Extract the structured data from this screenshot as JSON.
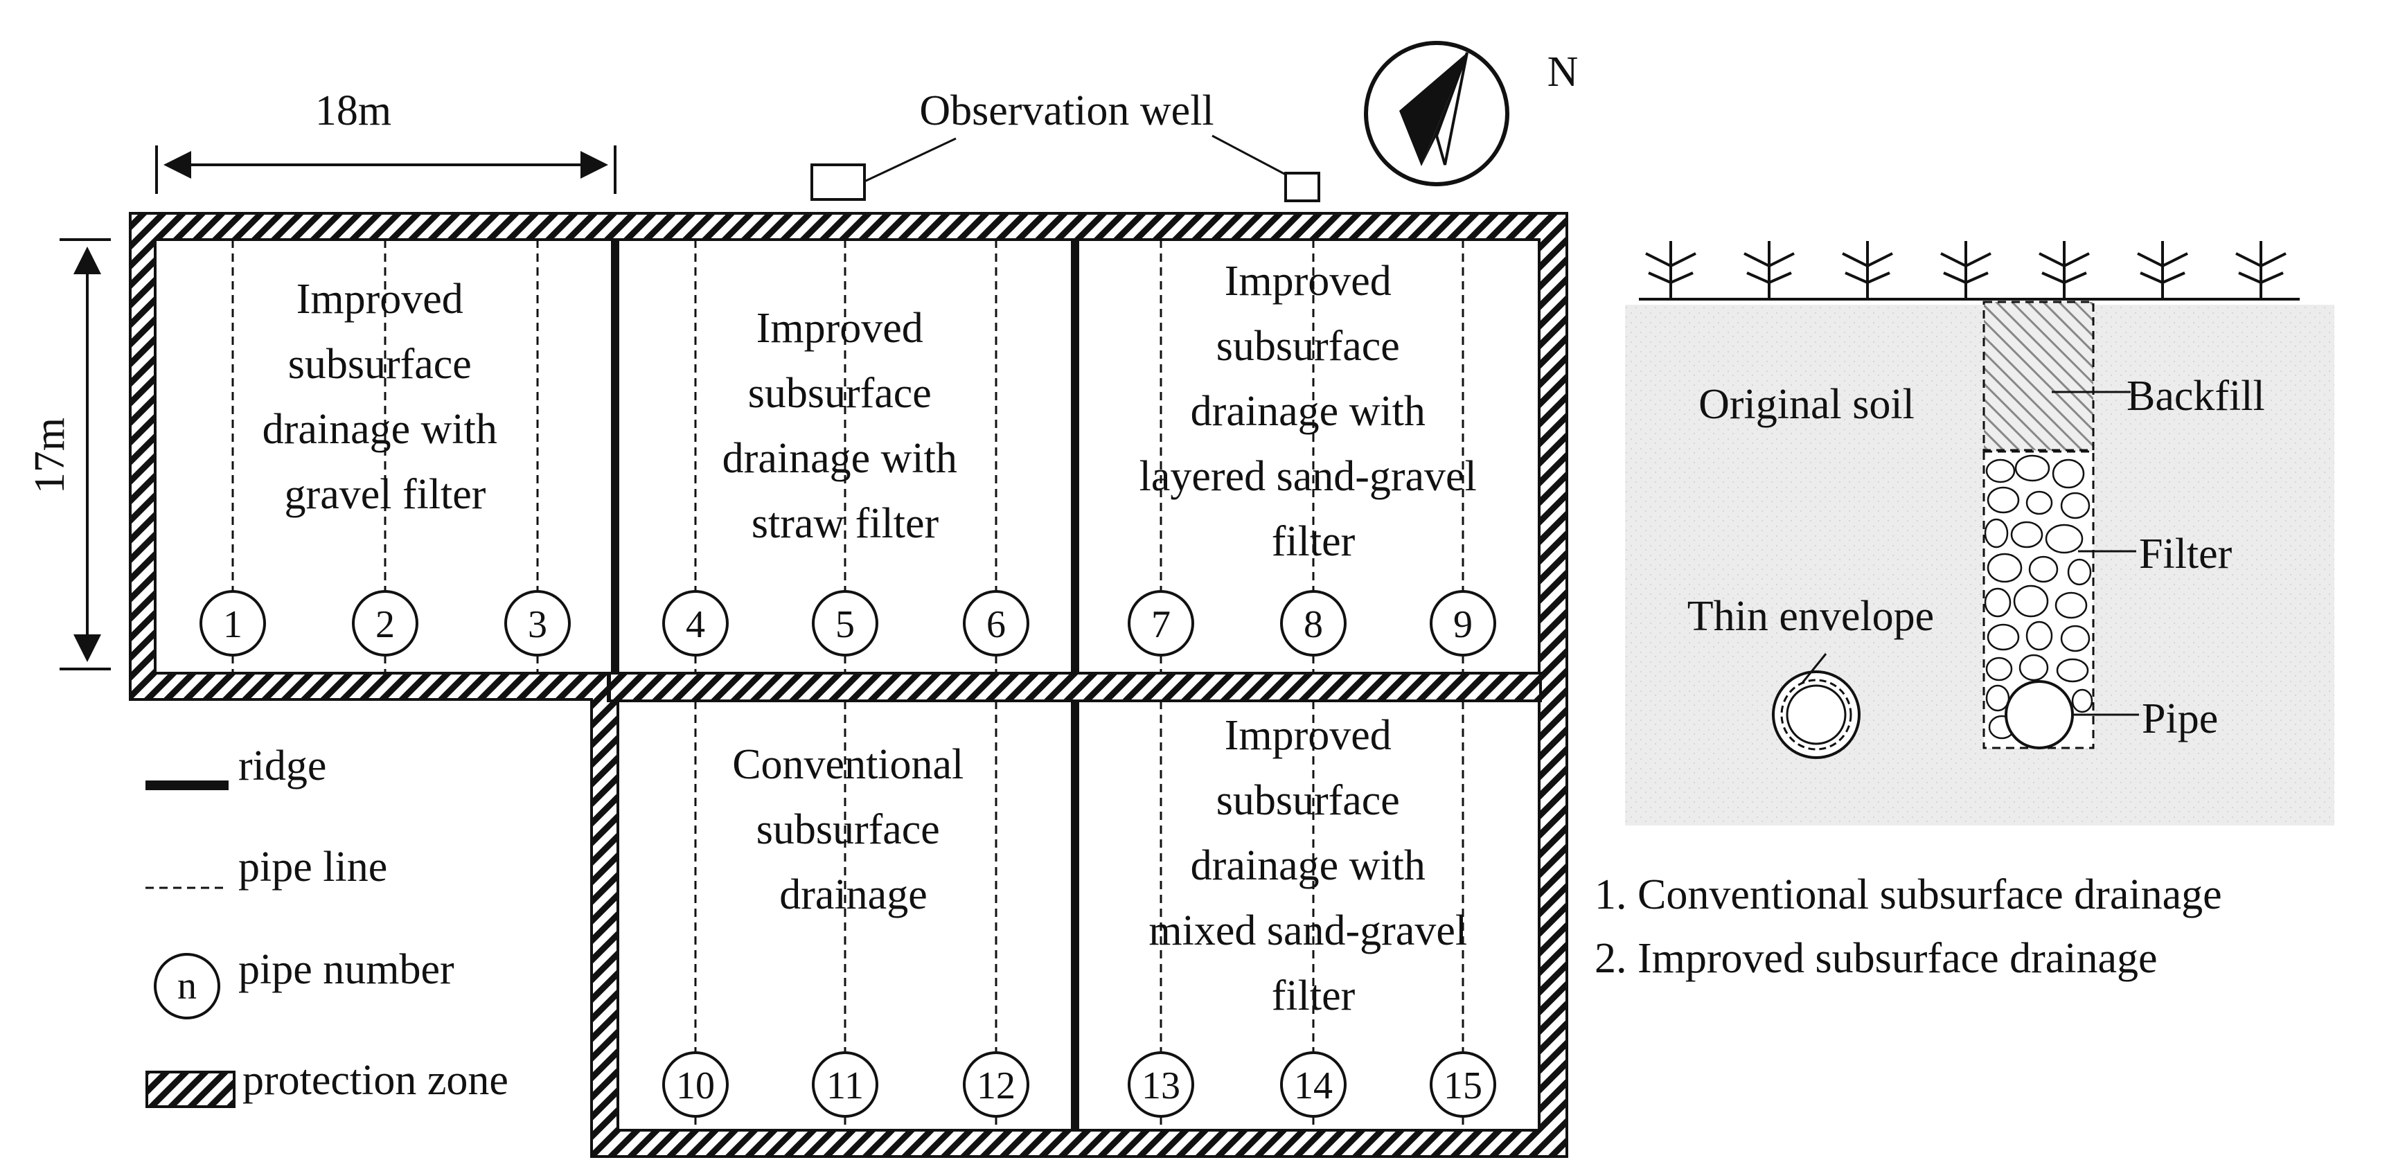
{
  "dimensions": {
    "width_label": "18m",
    "height_label": "17m"
  },
  "compass": {
    "north_label": "N"
  },
  "observation_well": {
    "label": "Observation well"
  },
  "plots": {
    "gravel": {
      "title_lines": [
        "Improved",
        "subsurface",
        "drainage with",
        "gravel filter"
      ],
      "pipes": [
        "1",
        "2",
        "3"
      ]
    },
    "straw": {
      "title_lines": [
        "Improved",
        "subsurface",
        "drainage with",
        "straw filter"
      ],
      "pipes": [
        "4",
        "5",
        "6"
      ]
    },
    "layered": {
      "title_lines": [
        "Improved",
        "subsurface",
        "drainage with",
        "layered sand-gravel",
        "filter"
      ],
      "pipes": [
        "7",
        "8",
        "9"
      ]
    },
    "conventional": {
      "title_lines": [
        "Conventional",
        "subsurface",
        "drainage"
      ],
      "pipes": [
        "10",
        "11",
        "12"
      ]
    },
    "mixed": {
      "title_lines": [
        "Improved",
        "subsurface",
        "drainage with",
        "mixed sand-gravel",
        "filter"
      ],
      "pipes": [
        "13",
        "14",
        "15"
      ]
    }
  },
  "legend": {
    "ridge": "ridge",
    "pipe_line": "pipe line",
    "pipe_number_symbol": "n",
    "pipe_number": "pipe number",
    "protection_zone": "protection zone"
  },
  "cross_section": {
    "original_soil": "Original soil",
    "backfill": "Backfill",
    "filter": "Filter",
    "pipe": "Pipe",
    "thin_envelope": "Thin envelope"
  },
  "notes": [
    "1. Conventional subsurface drainage",
    "2. Improved subsurface drainage"
  ],
  "colors": {
    "line": "#111111",
    "soil": "#ececec",
    "background": "#ffffff"
  }
}
